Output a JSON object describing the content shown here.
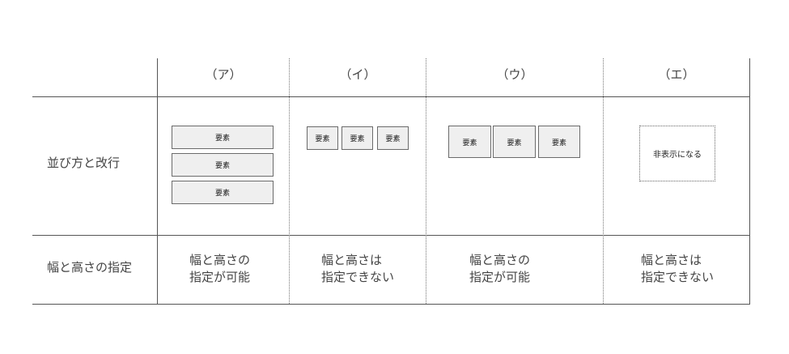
{
  "headers": [
    "（ア）",
    "（イ）",
    "（ウ）",
    "（エ）"
  ],
  "rows": {
    "arrangement_label": "並び方と改行",
    "size_label": "幅と高さの指定"
  },
  "element_label": "要素",
  "hidden_label": "非表示になる",
  "descriptions": [
    [
      "幅と高さの",
      "指定が可能"
    ],
    [
      "幅と高さは",
      "指定できない"
    ],
    [
      "幅と高さの",
      "指定が可能"
    ],
    [
      "幅と高さは",
      "指定できない"
    ]
  ]
}
